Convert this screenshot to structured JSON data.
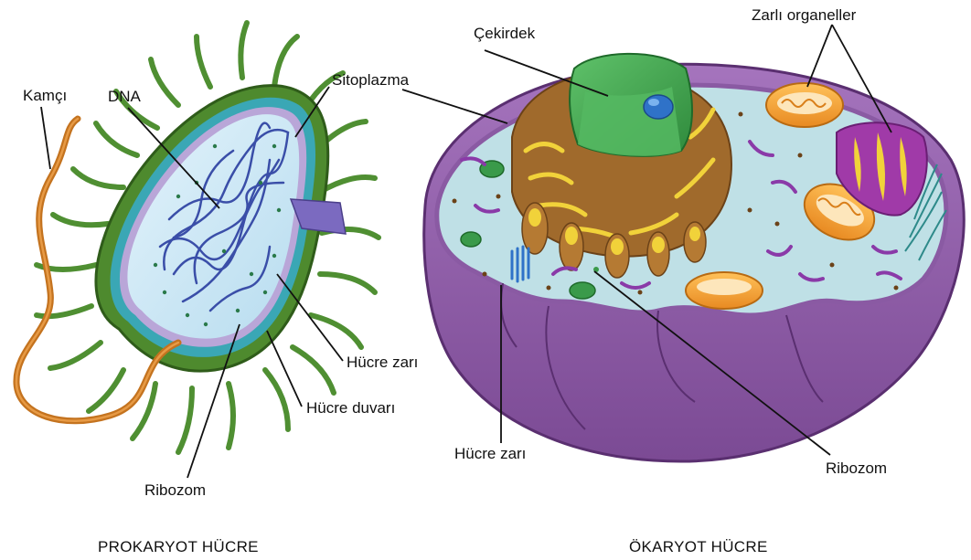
{
  "prokaryote": {
    "caption": "PROKARYOT HÜCRE",
    "labels": {
      "flagellum": "Kamçı",
      "dna": "DNA",
      "cytoplasm": "Sitoplazma",
      "membrane": "Hücre zarı",
      "wall": "Hücre duvarı",
      "ribosome": "Ribozom"
    }
  },
  "eukaryote": {
    "caption": "ÖKARYOT HÜCRE",
    "labels": {
      "nucleus": "Çekirdek",
      "organelles": "Zarlı organeller",
      "membrane": "Hücre zarı",
      "ribosome": "Ribozom"
    }
  },
  "colors": {
    "wall": "#4e8a2e",
    "pili": "#5a9a3a",
    "membrane": "#3aa7b5",
    "cytoplasm": "#cfe8f5",
    "dna": "#3a4ea8",
    "flagellum": "#c4731f",
    "cell_outer": "#8e5aa6",
    "cell_cytoplasm": "#bfe0e6",
    "golgi": "#a06a2c",
    "mitochondria": "#f3a23a",
    "nucleus": "#3a9a4a"
  }
}
